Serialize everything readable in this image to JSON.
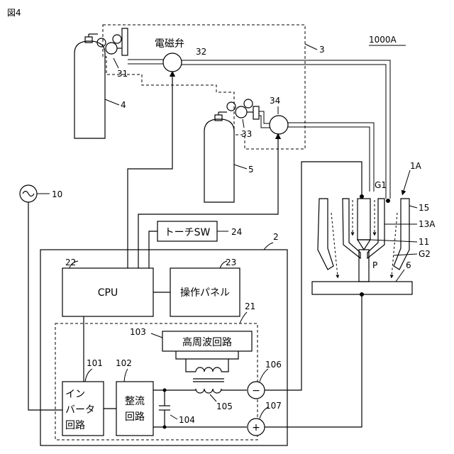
{
  "figure": {
    "label": "図4",
    "system_id": "1000A"
  },
  "labels": {
    "valve_name": "電磁弁",
    "n3": "3",
    "n4": "4",
    "n5": "5",
    "n31": "31",
    "n32": "32",
    "n33": "33",
    "n34": "34",
    "n10": "10",
    "n1A": "1A",
    "n15": "15",
    "n13A": "13A",
    "n11": "11",
    "nG1": "G1",
    "nG2": "G2",
    "nP": "P",
    "n6": "6",
    "n2": "2",
    "n21": "21",
    "n22": "22",
    "n23": "23",
    "n24": "24",
    "n101": "101",
    "n102": "102",
    "n103": "103",
    "n104": "104",
    "n105": "105",
    "n106": "106",
    "n107": "107"
  },
  "boxes": {
    "cpu": "CPU",
    "panel": "操作パネル",
    "torch_sw": "トーチSW",
    "hf": "高周波回路",
    "inverter": [
      "イン",
      "バータ",
      "回路"
    ],
    "rectifier": [
      "整流",
      "回路"
    ]
  },
  "symbols": {
    "minus": "−",
    "plus": "+"
  }
}
